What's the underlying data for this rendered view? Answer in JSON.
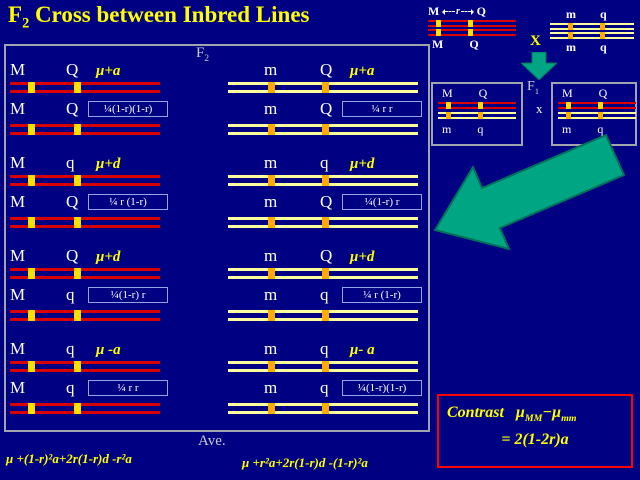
{
  "colors": {
    "background": "#000082",
    "chromosome_red": "#d80000",
    "chromosome_yellow": "#ffff9e",
    "band_on_red": "#ffdf00",
    "band_on_yellow": "#ffaa00",
    "accent_yellow": "#ffff00",
    "arrow_green": "#00a583",
    "freq_border_blue": "#8fa8e8",
    "panel_border_gray": "#a0a4ac",
    "contrast_border_red": "#ff0000"
  },
  "title": {
    "f": "F",
    "sub": "2",
    "rest": " Cross between Inbred Lines"
  },
  "f2_box": {
    "f": "F",
    "sub": "2"
  },
  "panels": [
    {
      "top_m": "M",
      "top_q": "Q",
      "value": "μ+a",
      "bottom_m": "M",
      "bottom_q": "Q",
      "freq": "¼(1-r)(1-r)",
      "chromosome": "red"
    },
    {
      "top_m": "m",
      "top_q": "Q",
      "value": "μ+a",
      "bottom_m": "m",
      "bottom_q": "Q",
      "freq": "¼ r r",
      "chromosome": "yellow"
    },
    {
      "top_m": "M",
      "top_q": "q",
      "value": "μ+d",
      "bottom_m": "M",
      "bottom_q": "Q",
      "freq": "¼ r (1-r)",
      "chromosome": "red"
    },
    {
      "top_m": "m",
      "top_q": "q",
      "value": "μ+d",
      "bottom_m": "m",
      "bottom_q": "Q",
      "freq": "¼(1-r) r",
      "chromosome": "yellow"
    },
    {
      "top_m": "M",
      "top_q": "Q",
      "value": "μ+d",
      "bottom_m": "M",
      "bottom_q": "q",
      "freq": "¼(1-r) r",
      "chromosome": "red"
    },
    {
      "top_m": "m",
      "top_q": "Q",
      "value": "μ+d",
      "bottom_m": "m",
      "bottom_q": "q",
      "freq": "¼ r (1-r)",
      "chromosome": "yellow"
    },
    {
      "top_m": "M",
      "top_q": "q",
      "value": "μ -a",
      "bottom_m": "M",
      "bottom_q": "q",
      "freq": "¼ r r",
      "chromosome": "red"
    },
    {
      "top_m": "m",
      "top_q": "q",
      "value": "μ- a",
      "bottom_m": "m",
      "bottom_q": "q",
      "freq": "¼(1-r)(1-r)",
      "chromosome": "yellow"
    }
  ],
  "parent_cross": {
    "left": {
      "top_m": "M",
      "top_q": "Q",
      "r_label": "r",
      "bottom_m": "M",
      "bottom_q": "Q",
      "chromosome": "red"
    },
    "right": {
      "top_m": "m",
      "top_q": "q",
      "bottom_m": "m",
      "bottom_q": "q",
      "chromosome": "yellow"
    },
    "cross_symbol": "X"
  },
  "f1": {
    "f": "F",
    "sub": "1",
    "cross_symbol": "x",
    "box": {
      "top_m": "M",
      "top_q": "Q",
      "bottom_m": "m",
      "bottom_q": "q",
      "top_chromosome": "red",
      "bottom_chromosome": "yellow"
    }
  },
  "footer": {
    "ave": "Ave.",
    "left_formula": "μ +(1-r)²a+2r(1-r)d -r²a",
    "right_formula": "μ +r²a+2r(1-r)d -(1-r)²a"
  },
  "contrast": {
    "label": "Contrast",
    "mu1": "μ",
    "sub1": "MM",
    "minus": "−",
    "mu2": "μ",
    "sub2": "mm",
    "result": "= 2(1-2r)a"
  }
}
